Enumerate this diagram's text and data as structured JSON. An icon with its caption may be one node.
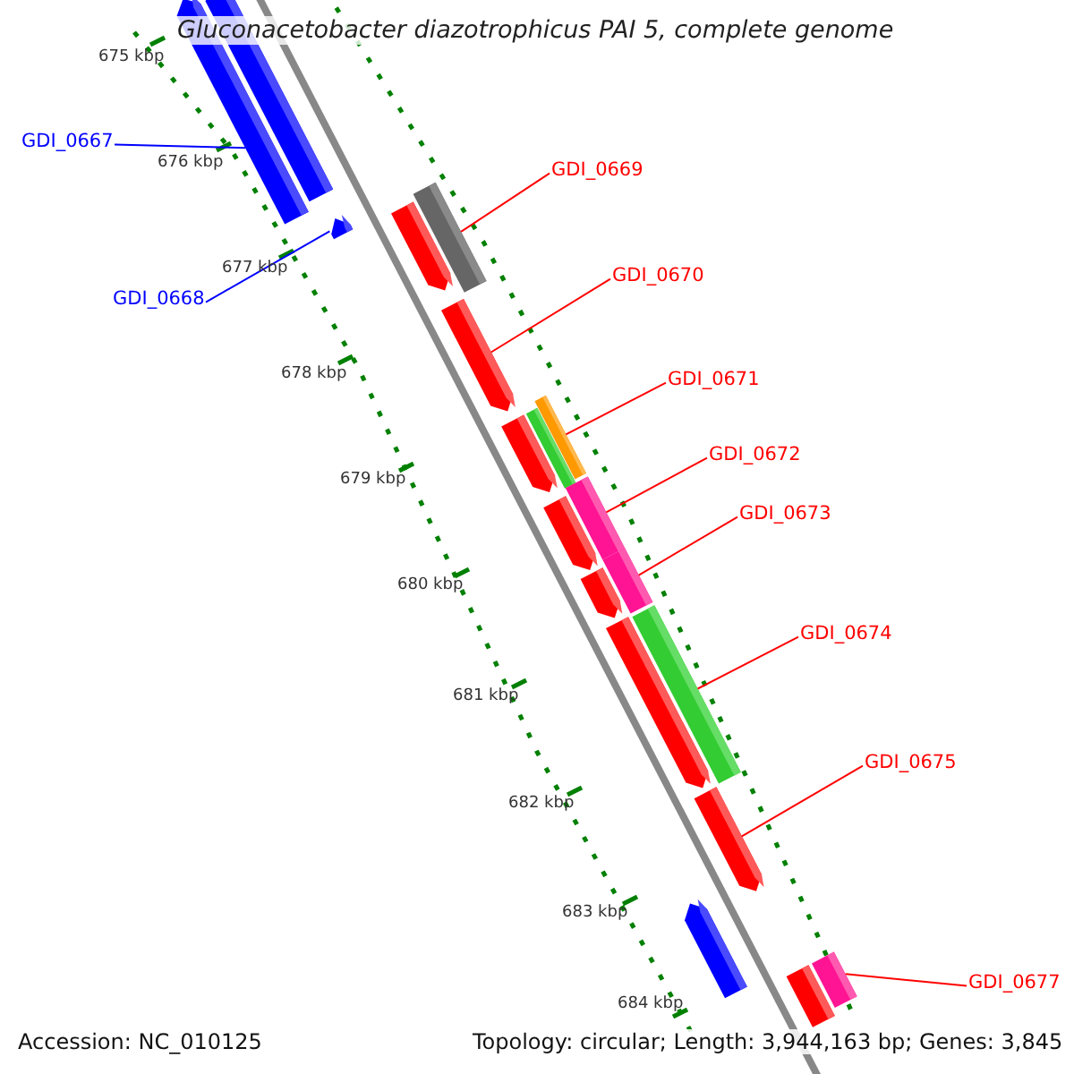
{
  "diagram": {
    "title": "Gluconacetobacter diazotrophicus PAI 5, complete genome",
    "nodes": [
      {
        "text": [
          "GDI_0667"
        ]
      },
      {
        "text": [
          "GDI_0668"
        ]
      },
      {
        "text": [
          "GDI_0669"
        ]
      },
      {
        "text": [
          "GDI_0670"
        ]
      },
      {
        "text": [
          "GDI_0671"
        ]
      },
      {
        "text": [
          "GDI_0672"
        ]
      },
      {
        "text": [
          "GDI_0673"
        ]
      },
      {
        "text": [
          "GDI_0674"
        ]
      },
      {
        "text": [
          "GDI_0675"
        ]
      },
      {
        "text": [
          "GDI_0677"
        ]
      },
      {
        "text": [],
        "shape": "bar"
      },
      {
        "text": [],
        "shape": "bar"
      },
      {
        "text": [],
        "shape": "bar"
      },
      {
        "text": [],
        "shape": "bar"
      },
      {
        "text": [],
        "shape": "bar"
      },
      {
        "text": [],
        "shape": "bar"
      },
      {
        "text": [],
        "shape": "bar"
      },
      {
        "text": [],
        "shape": "bar"
      },
      {
        "text": [],
        "shape": "bar"
      },
      {
        "text": [],
        "shape": "bar"
      },
      {
        "text": [],
        "shape": "bar"
      },
      {
        "text": [],
        "shape": "bar"
      },
      {
        "text": [],
        "shape": "bar"
      },
      {
        "text": [],
        "shape": "bar"
      },
      {
        "text": [],
        "shape": "bar"
      },
      {
        "text": [],
        "shape": "bar"
      },
      {
        "text": [],
        "shape": "bar"
      },
      {
        "text": [],
        "shape": "bar"
      },
      {
        "text": [],
        "shape": "bar"
      }
    ],
    "edges": [
      {
        "from": 0,
        "to": 10,
        "arrow": "none",
        "color": "#0000ff"
      },
      {
        "from": 1,
        "to": 12,
        "arrow": "none",
        "color": "#0000ff"
      },
      {
        "from": 2,
        "to": 13,
        "arrow": "none"
      },
      {
        "from": 3,
        "to": 15,
        "arrow": "none"
      },
      {
        "from": 4,
        "to": 17,
        "arrow": "none"
      },
      {
        "from": 5,
        "to": 19,
        "arrow": "none"
      },
      {
        "from": 6,
        "to": 21,
        "arrow": "none"
      },
      {
        "from": 7,
        "to": 23,
        "arrow": "none"
      },
      {
        "from": 8,
        "to": 25,
        "arrow": "none"
      },
      {
        "from": 9,
        "to": 28,
        "arrow": "none"
      }
    ],
    "labels": [
      "675 kbp",
      "676 kbp",
      "677 kbp",
      "678 kbp",
      "679 kbp",
      "680 kbp",
      "681 kbp",
      "682 kbp",
      "683 kbp",
      "684 kbp",
      "Accession: NC_010125",
      "Topology: circular; Length: 3,944,163 bp; Genes: 3,845"
    ]
  }
}
